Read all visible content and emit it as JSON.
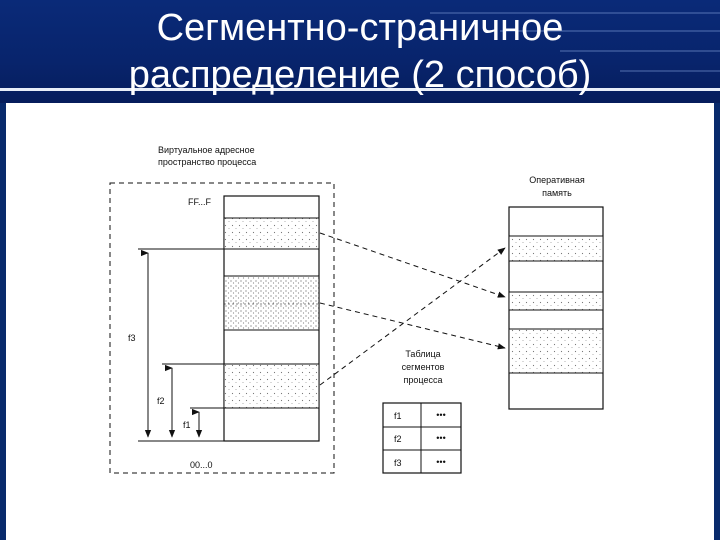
{
  "title": {
    "line1": "Сегментно-страничное",
    "line2": "распределение (2 способ)"
  },
  "diagram": {
    "virtual_label_1": "Виртуальное адресное",
    "virtual_label_2": "пространство процесса",
    "top_address": "FF...F",
    "bottom_address": "00...0",
    "segments": [
      "f3",
      "f2",
      "f1"
    ],
    "ram_label_1": "Оперативная",
    "ram_label_2": "память",
    "table_label_1": "Таблица",
    "table_label_2": "сегментов",
    "table_label_3": "процесса",
    "table_rows": [
      {
        "name": "f1",
        "value": "•••"
      },
      {
        "name": "f2",
        "value": "•••"
      },
      {
        "name": "f3",
        "value": "•••"
      }
    ]
  }
}
